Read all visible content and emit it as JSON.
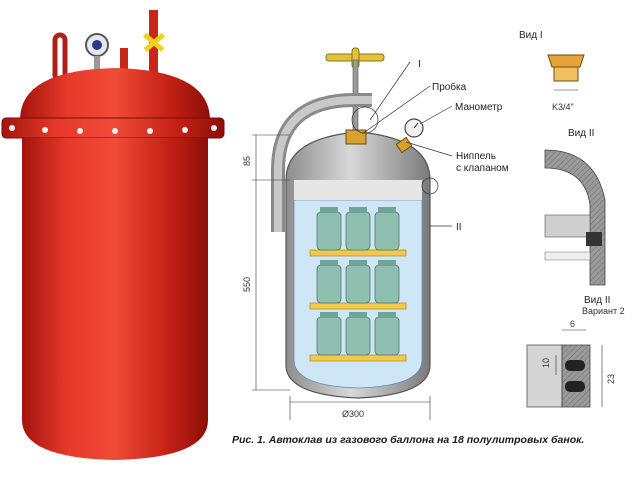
{
  "labels": {
    "cork": "Пробка",
    "gauge": "Манометр",
    "nipple_line1": "Ниппель",
    "nipple_line2": "с клапаном",
    "callout_1": "I",
    "callout_2": "II"
  },
  "views": {
    "view1": "Вид I",
    "view1_thread": "K3/4\"",
    "view2": "Вид II",
    "view2_var2": "Вид II",
    "view2_var2_sub": "Вариант 2"
  },
  "dimensions": {
    "top_height": "85",
    "body_height": "550",
    "diameter": "Ø300",
    "gap": "6",
    "slot": "10",
    "total": "23"
  },
  "caption": "Рис. 1. Автоклав из газового баллона на 18 полулитровых банок.",
  "colors": {
    "tank_red": "#d9291c",
    "water_blue": "#cfe6f7",
    "shelf_yellow": "#f2c94c",
    "jar_green": "#8fbfb0",
    "steel_gray": "#b8b8b8"
  }
}
